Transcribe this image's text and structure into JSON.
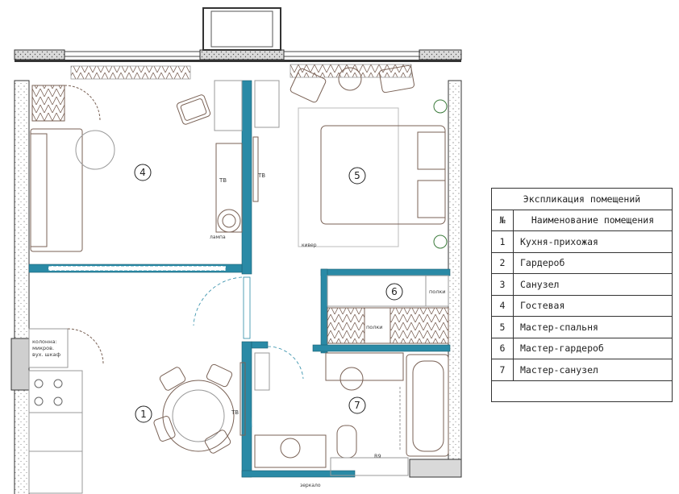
{
  "plan": {
    "rooms": [
      {
        "number": "1"
      },
      {
        "number": "4"
      },
      {
        "number": "5"
      },
      {
        "number": "6"
      },
      {
        "number": "7"
      }
    ],
    "labels": {
      "tv_1": "ТВ",
      "tv_2": "ТВ",
      "tv_3": "ТВ",
      "lamp": "лампа",
      "kiver": "кивер",
      "shelves_1": "полки",
      "shelves_2": "полки",
      "column_line1": "колонна:",
      "column_line2": "микров.",
      "column_line3": "вух. шкаф",
      "r9": "R9",
      "mirror": "зеркало"
    },
    "colors": {
      "wall": "#2a8aa6",
      "furniture": "#7a6256",
      "line": "#444444"
    }
  },
  "legend": {
    "title": "Экспликация помещений",
    "col_num": "№",
    "col_name": "Наименование помещения",
    "rows": [
      {
        "num": "1",
        "name": "Кухня-прихожая"
      },
      {
        "num": "2",
        "name": "Гардероб"
      },
      {
        "num": "3",
        "name": "Санузел"
      },
      {
        "num": "4",
        "name": "Гостевая"
      },
      {
        "num": "5",
        "name": "Мастер-спальня"
      },
      {
        "num": "6",
        "name": "Мастер-гардероб"
      },
      {
        "num": "7",
        "name": "Мастер-санузел"
      }
    ]
  }
}
